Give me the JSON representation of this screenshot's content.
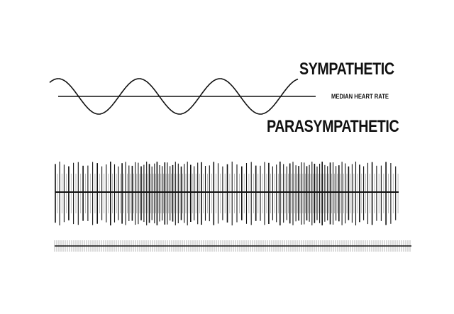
{
  "labels": {
    "sympathetic": "SYMPATHETIC",
    "median_heart_rate": "MEDIAN HEART RATE",
    "parasympathetic": "PARASYMPATHETIC"
  },
  "colors": {
    "ink": "#111111",
    "background": "#ffffff"
  }
}
